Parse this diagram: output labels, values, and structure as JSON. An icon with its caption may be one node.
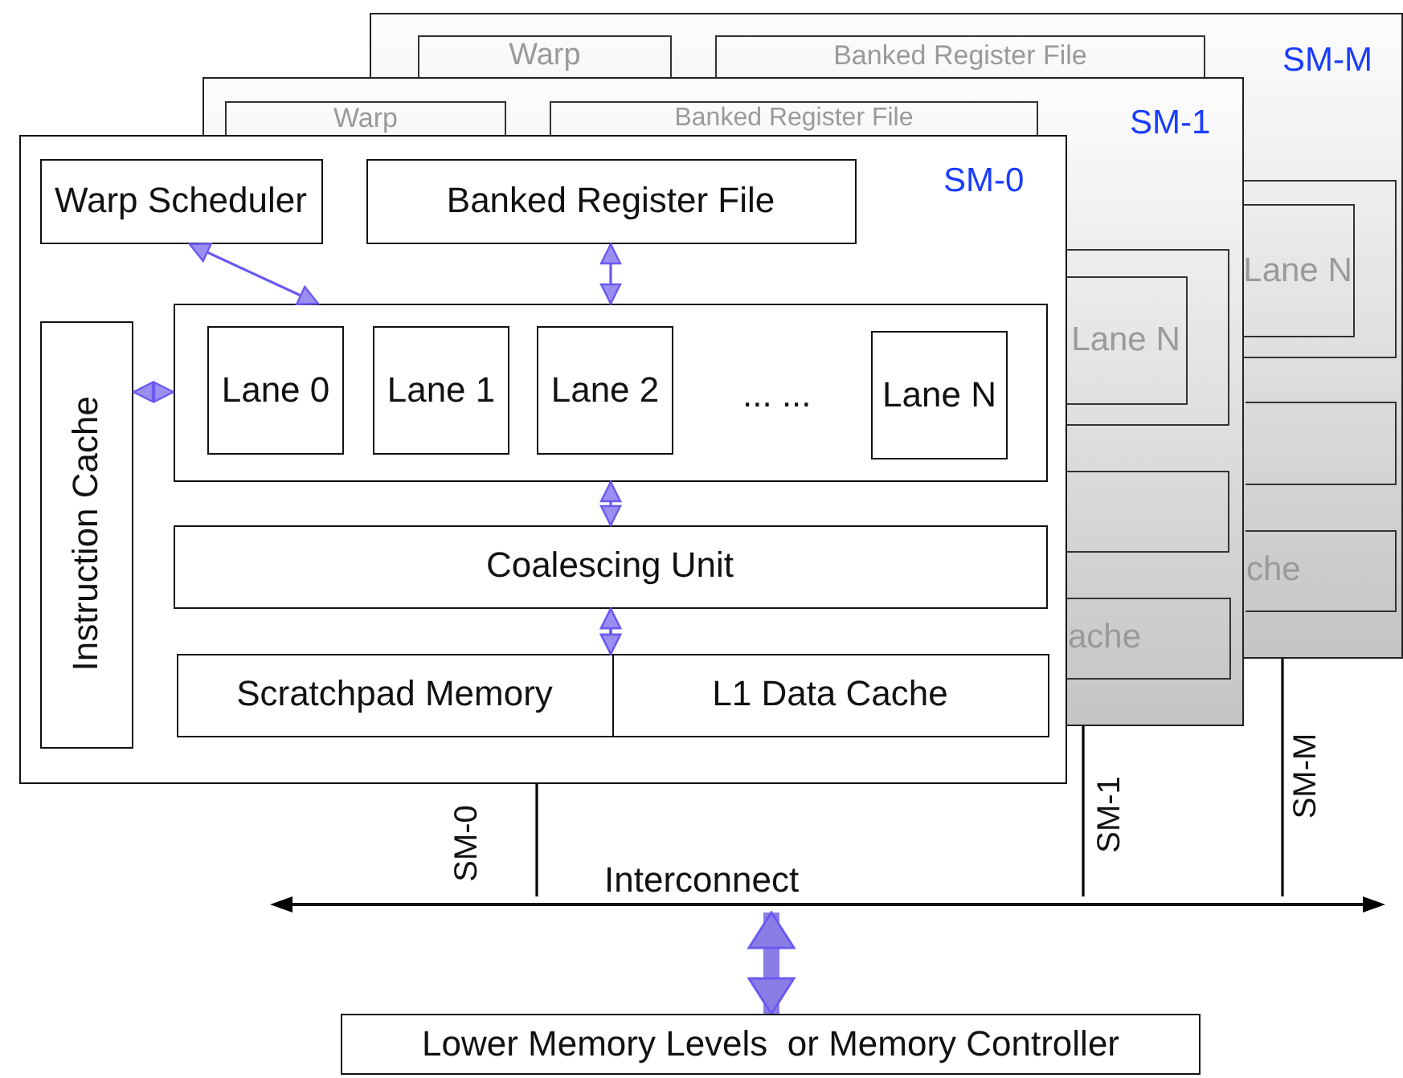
{
  "diagram": {
    "nodes": [
      {
        "text": [
          "SM-M"
        ]
      },
      {
        "text": [
          "Warp"
        ]
      },
      {
        "text": [
          "Banked Register File"
        ]
      },
      {
        "text": [],
        "shape": "box",
        "in": 0
      },
      {
        "text": [
          "Lane N"
        ],
        "in": 3
      },
      {
        "text": [],
        "shape": "box",
        "in": 0
      },
      {
        "text": [
          "che"
        ],
        "in": 0
      },
      {
        "text": [
          "SM-1"
        ]
      },
      {
        "text": [
          "Warp"
        ]
      },
      {
        "text": [
          "Banked Register File"
        ]
      },
      {
        "text": [],
        "shape": "box",
        "in": 7
      },
      {
        "text": [
          "Lane N"
        ],
        "in": 10
      },
      {
        "text": [],
        "shape": "box",
        "in": 7
      },
      {
        "text": [
          "ache"
        ],
        "in": 7
      },
      {
        "text": [
          "SM-0"
        ]
      },
      {
        "text": [
          "Warp Scheduler"
        ],
        "in": 14
      },
      {
        "text": [
          "Banked Register File"
        ],
        "in": 14
      },
      {
        "text": [
          "Instruction Cache"
        ],
        "in": 14
      },
      {
        "text": [],
        "shape": "box",
        "in": 14
      },
      {
        "text": [
          "Lane 0"
        ],
        "in": 18
      },
      {
        "text": [
          "Lane 1"
        ],
        "in": 18
      },
      {
        "text": [
          "Lane 2"
        ],
        "in": 18
      },
      {
        "text": [
          "Lane N"
        ],
        "in": 18
      },
      {
        "text": [
          "Coalescing Unit"
        ],
        "in": 14
      },
      {
        "text": [
          "Scratchpad Memory"
        ],
        "in": 14
      },
      {
        "text": [
          "L1 Data Cache"
        ],
        "in": 14
      },
      {
        "text": [
          "Interconnect"
        ]
      },
      {
        "text": [
          "Lower Memory Levels  or Memory Controller"
        ]
      }
    ],
    "edges": [
      {
        "from": 15,
        "to": 18,
        "arrow": "both"
      },
      {
        "from": 16,
        "to": 18,
        "arrow": "both"
      },
      {
        "from": 17,
        "to": 18,
        "arrow": "both"
      },
      {
        "from": 18,
        "to": 23,
        "arrow": "both"
      },
      {
        "from": 23,
        "to": 24,
        "arrow": "both"
      },
      {
        "from": 23,
        "to": 25,
        "arrow": "both"
      },
      {
        "from": 14,
        "to": 26,
        "arrow": "none",
        "label": "SM-0",
        "color": "#000000"
      },
      {
        "from": 7,
        "to": 26,
        "arrow": "none",
        "label": "SM-1",
        "color": "#000000"
      },
      {
        "from": 0,
        "to": 26,
        "arrow": "none",
        "label": "SM-M",
        "color": "#000000"
      },
      {
        "from": 26,
        "to": 27,
        "arrow": "both",
        "style": "thick"
      }
    ],
    "labels": [
      "... ..."
    ]
  }
}
